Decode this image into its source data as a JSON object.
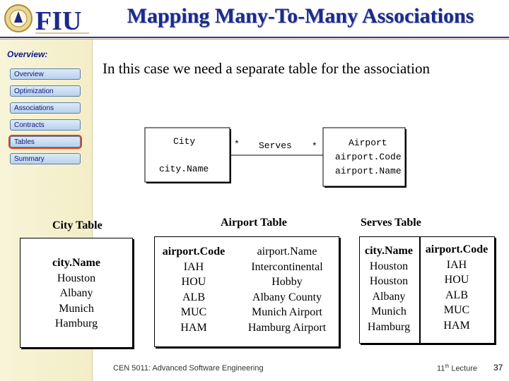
{
  "header": {
    "logo_text": "FIU",
    "title": "Mapping Many-To-Many Associations"
  },
  "sidebar": {
    "heading": "Overview:",
    "items": [
      {
        "label": "Overview"
      },
      {
        "label": "Optimization"
      },
      {
        "label": "Associations"
      },
      {
        "label": "Contracts"
      },
      {
        "label": "Tables",
        "selected": true
      },
      {
        "label": "Summary"
      }
    ]
  },
  "intro": "In  this case we need a separate table for the association",
  "uml": {
    "city": {
      "name": "City",
      "attribute": "city.Name"
    },
    "association": {
      "name": "Serves",
      "left_multiplicity": "*",
      "right_multiplicity": "*"
    },
    "airport": {
      "name": "Airport",
      "attributes": [
        "airport.Code",
        "airport.Name"
      ]
    }
  },
  "city_table": {
    "title": "City Table",
    "header": "city.Name",
    "rows": [
      "Houston",
      "Albany",
      "Munich",
      "Hamburg"
    ]
  },
  "airport_table": {
    "title": "Airport Table",
    "headers": [
      "airport.Code",
      "airport.Name"
    ],
    "rows": [
      [
        "IAH",
        "Intercontinental"
      ],
      [
        "HOU",
        "Hobby"
      ],
      [
        "ALB",
        "Albany County"
      ],
      [
        "MUC",
        "Munich Airport"
      ],
      [
        "HAM",
        "Hamburg Airport"
      ]
    ]
  },
  "serves_table": {
    "title": "Serves Table",
    "headers": [
      "city.Name",
      "airport.Code"
    ],
    "rows": [
      [
        "Houston",
        "IAH"
      ],
      [
        "Houston",
        "HOU"
      ],
      [
        "Albany",
        "ALB"
      ],
      [
        "Munich",
        "MUC"
      ],
      [
        "Hamburg",
        "HAM"
      ]
    ]
  },
  "footer": {
    "course": "CEN 5011: Advanced Software Engineering",
    "lecture_num": "11",
    "lecture_sup": "th",
    "lecture_word": " Lecture",
    "page": "37"
  },
  "colors": {
    "title": "#1b2a8a",
    "sidebar_bg": "#f3eec6",
    "nav_button": "#c8dcf2",
    "selected_outline": "#e0401a"
  }
}
